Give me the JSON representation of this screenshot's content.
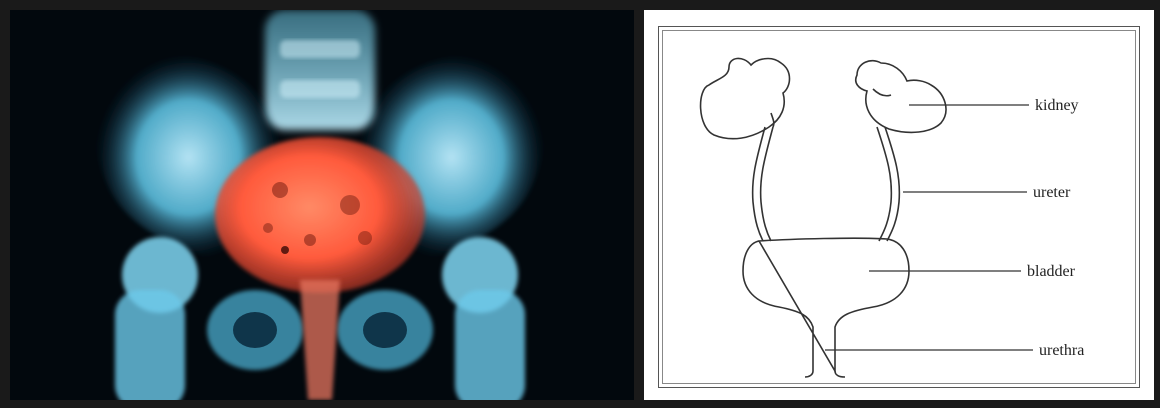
{
  "diagram": {
    "labels": {
      "kidney": "kidney",
      "ureter": "ureter",
      "bladder": "bladder",
      "urethra": "urethra"
    }
  },
  "colors": {
    "frame": "#1a1a1a",
    "xray_bone": "#5fc8ea",
    "xray_highlight": "#ff6a4d",
    "line": "#333333"
  }
}
